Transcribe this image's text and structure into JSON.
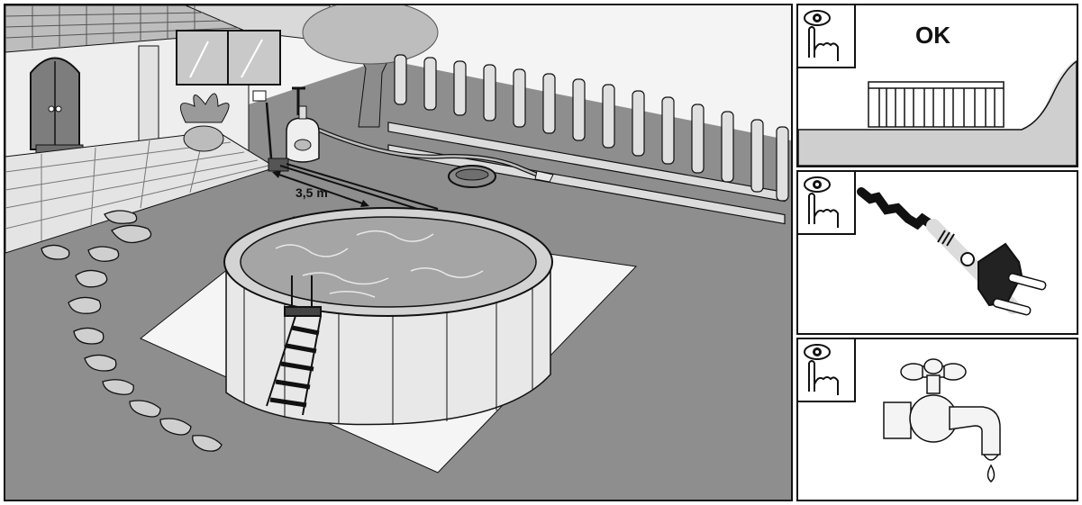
{
  "scene": {
    "distance_label": "3,5 m"
  },
  "panels": [
    {
      "id": "level-ground",
      "label": "OK",
      "icon": "eye-finger-icon"
    },
    {
      "id": "no-extension-cord",
      "label": "",
      "icon": "eye-finger-icon"
    },
    {
      "id": "water-tap",
      "label": "",
      "icon": "eye-finger-icon"
    }
  ],
  "colors": {
    "ground": "#8a8a8a",
    "pool_wall": "#e6e6e6",
    "water": "#a8a8a8",
    "fence": "#d8d8d8",
    "line": "#111111"
  }
}
